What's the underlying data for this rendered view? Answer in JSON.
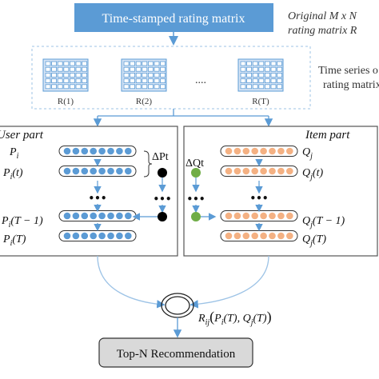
{
  "header": {
    "title": "Time-stamped rating matrix",
    "side_note_line1": "Original M x N",
    "side_note_line2": "rating matrix R"
  },
  "time_series": {
    "note_line1": "Time series o",
    "note_line2": "rating matrix",
    "matrices": [
      "R(1)",
      "R(2)",
      "R(T)"
    ],
    "ellipsis": "...."
  },
  "user_part": {
    "title": "User part",
    "delta_label": "ΔPt",
    "rows": [
      {
        "label": "P_i"
      },
      {
        "label": "P_i(t)"
      },
      {
        "label": "P_i(T − 1)"
      },
      {
        "label": "P_i(T)"
      }
    ]
  },
  "item_part": {
    "title": "Item part",
    "delta_label": "ΔQt",
    "rows": [
      {
        "label": "Q_j"
      },
      {
        "label": "Q_j(t)"
      },
      {
        "label": "Q_j(T − 1)"
      },
      {
        "label": "Q_j(T)"
      }
    ]
  },
  "ellipsis": "•••",
  "prediction": {
    "label_base": "R",
    "label_sub": "ij",
    "label_args": "(P_i(T), Q_j(T))"
  },
  "output": {
    "label": "Top-N Recommendation"
  },
  "colors": {
    "blue_box": "#5b9bd5",
    "blue_dot": "#5b9bd5",
    "orange_dot": "#f4b183",
    "green_dot": "#70ad47",
    "black_dot": "#000000",
    "arrow": "#9dc3e6",
    "output_fill": "#d9d9d9"
  }
}
